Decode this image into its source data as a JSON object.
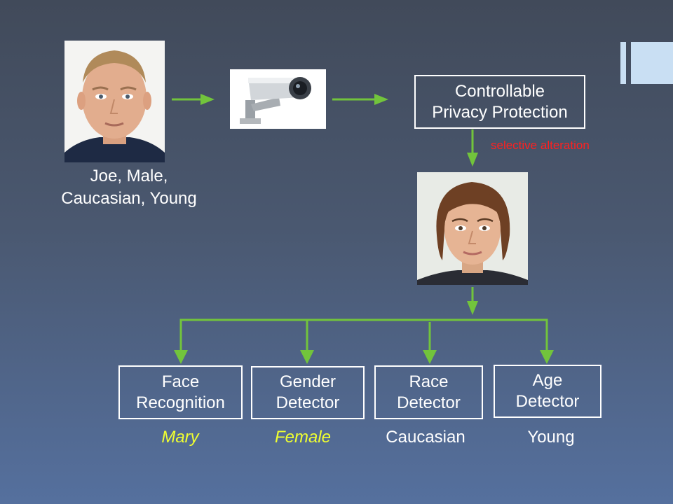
{
  "source_person": {
    "caption_line1": "Joe, Male,",
    "caption_line2": "Caucasian, Young"
  },
  "camera": {
    "icon": "security-camera-icon"
  },
  "privacy_box": {
    "line1": "Controllable",
    "line2": "Privacy Protection"
  },
  "alteration_label": "selective alteration",
  "detectors": [
    {
      "line1": "Face",
      "line2": "Recognition",
      "output": "Mary"
    },
    {
      "line1": "Gender",
      "line2": "Detector",
      "output": "Female"
    },
    {
      "line1": "Race",
      "line2": "Detector",
      "output": "Caucasian"
    },
    {
      "line1": "Age",
      "line2": "Detector",
      "output": "Young"
    }
  ],
  "colors": {
    "arrow": "#72c43c",
    "highlight_output": "#f0ff30",
    "alteration_text": "#ff2020"
  }
}
